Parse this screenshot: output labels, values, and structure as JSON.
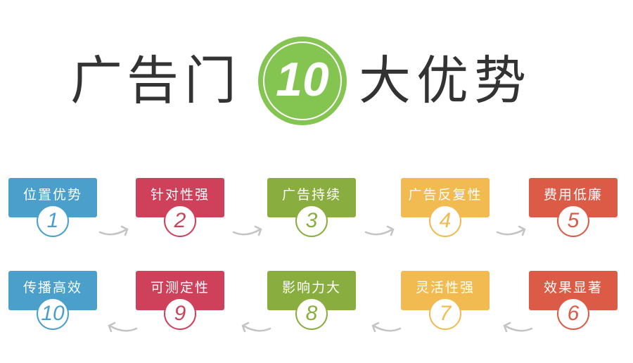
{
  "title": {
    "chars": [
      "广",
      "告",
      "门",
      "大",
      "优",
      "势"
    ],
    "badge": "10"
  },
  "colors": {
    "blue": "#4a9fcb",
    "red": "#cf405b",
    "green": "#8aad3f",
    "yellow": "#f1bb51",
    "orange": "#dc5b47",
    "badge": "#84c551"
  },
  "items": [
    {
      "num": "1",
      "label": "位置优势"
    },
    {
      "num": "2",
      "label": "针对性强"
    },
    {
      "num": "3",
      "label": "广告持续"
    },
    {
      "num": "4",
      "label": "广告反复性"
    },
    {
      "num": "5",
      "label": "费用低廉"
    },
    {
      "num": "6",
      "label": "效果显著"
    },
    {
      "num": "7",
      "label": "灵活性强"
    },
    {
      "num": "8",
      "label": "影响力大"
    },
    {
      "num": "9",
      "label": "可测定性"
    },
    {
      "num": "10",
      "label": "传播高效"
    }
  ]
}
